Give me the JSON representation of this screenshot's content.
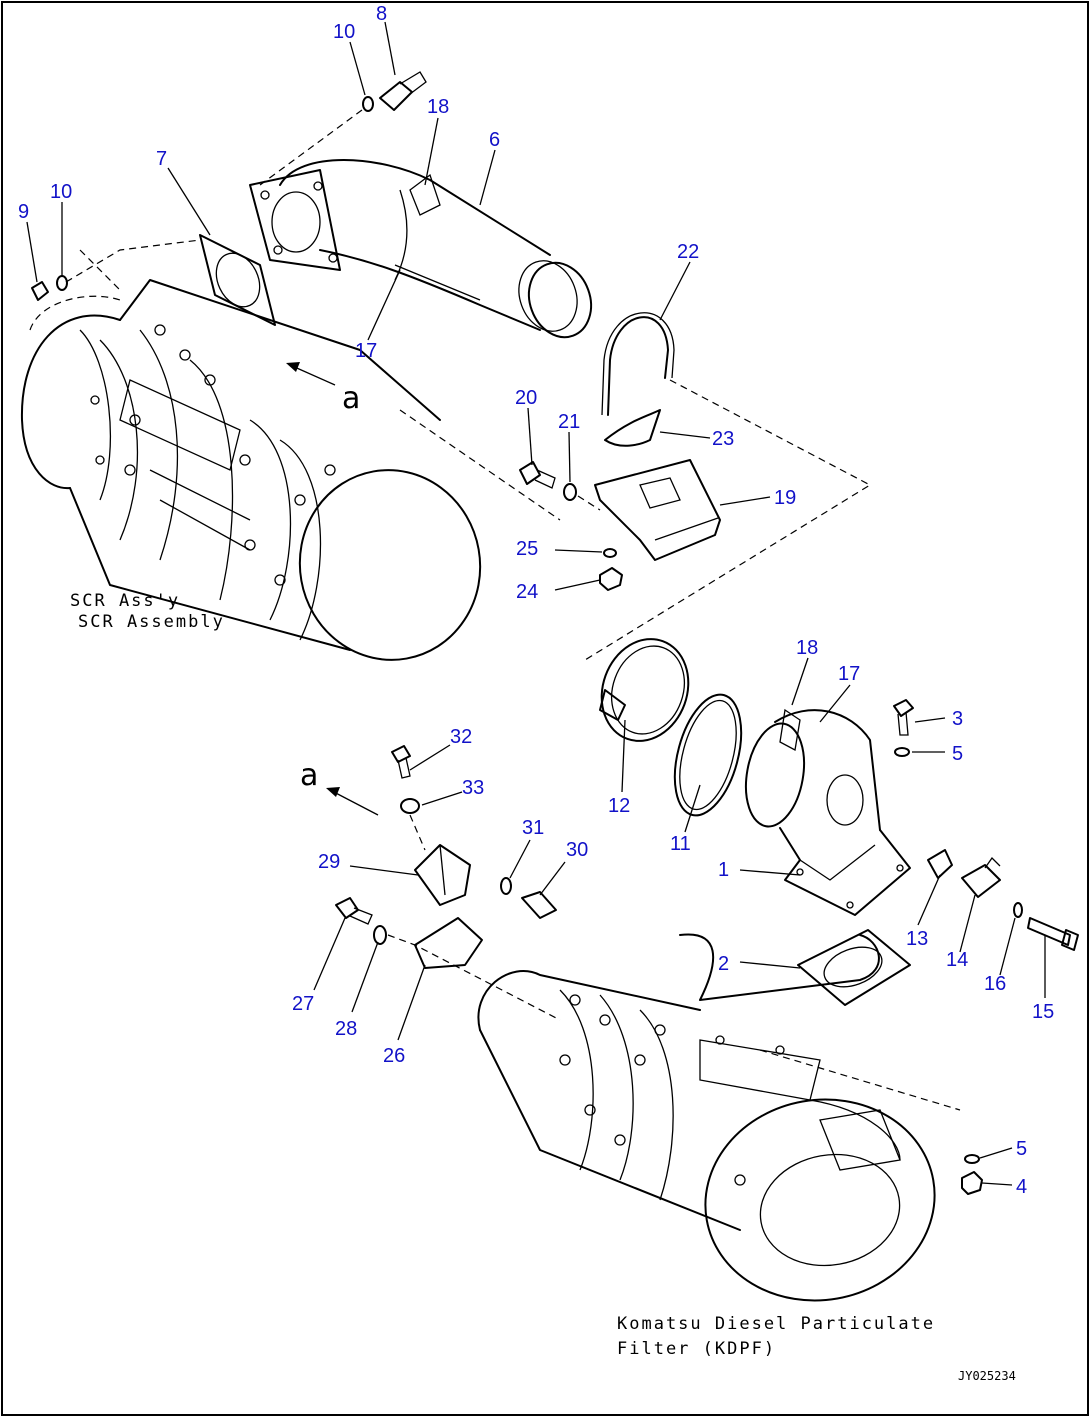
{
  "diagram": {
    "callouts": {
      "c8": "8",
      "c10a": "10",
      "c18a": "18",
      "c6": "6",
      "c7": "7",
      "c9": "9",
      "c10b": "10",
      "c17a": "17",
      "c22": "22",
      "c20": "20",
      "c21": "21",
      "c23": "23",
      "c19": "19",
      "c25": "25",
      "c24": "24",
      "c18b": "18",
      "c17b": "17",
      "c3": "3",
      "c5a": "5",
      "c32": "32",
      "c33": "33",
      "c12": "12",
      "c11": "11",
      "c31": "31",
      "c30": "30",
      "c29": "29",
      "c1": "1",
      "c13": "13",
      "c14": "14",
      "c16": "16",
      "c15": "15",
      "c2": "2",
      "c27": "27",
      "c28": "28",
      "c26": "26",
      "c5b": "5",
      "c4": "4"
    },
    "view_marks": {
      "upper": "a",
      "lower": "a"
    },
    "captions": {
      "scr_line1": "SCR Ass'y",
      "scr_line2": "SCR Assembly",
      "kdpf_line1": "Komatsu Diesel Particulate",
      "kdpf_line2": "Filter (KDPF)"
    },
    "drawing_code": "JY025234",
    "colors": {
      "callout": "#1212c8",
      "ink": "#000000",
      "background": "#ffffff"
    }
  }
}
